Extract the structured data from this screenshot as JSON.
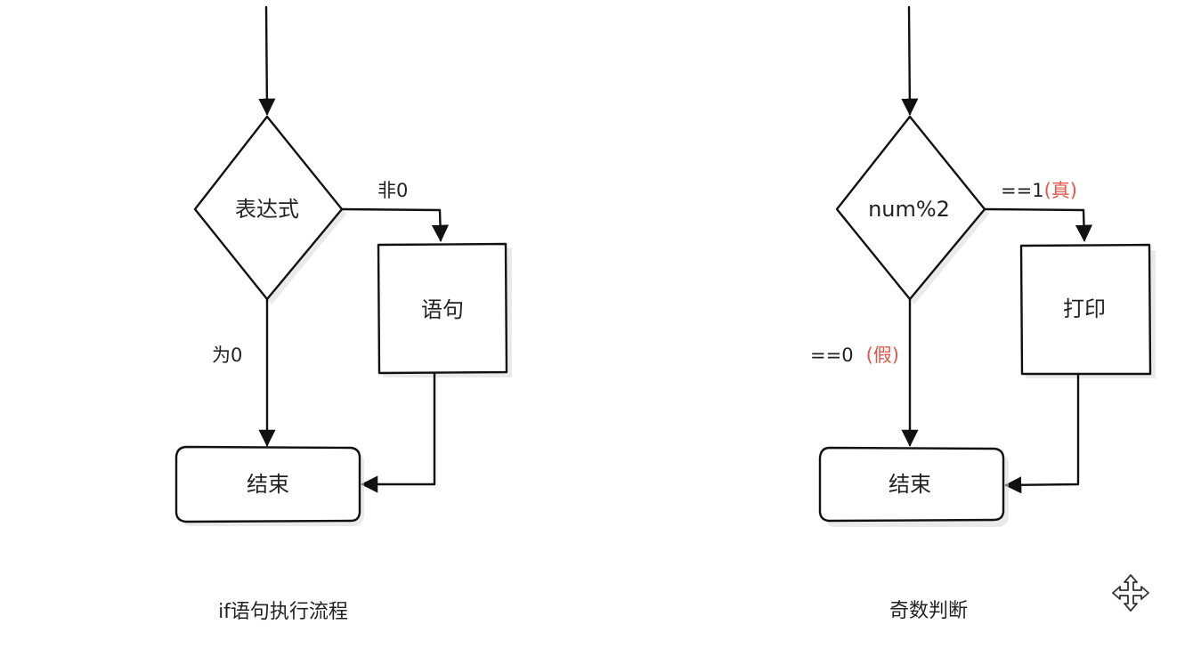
{
  "colors": {
    "stroke": "#111111",
    "text": "#222222",
    "accent_red": "#e2564b"
  },
  "left_flow": {
    "decision": "表达式",
    "statement": "语句",
    "end": "结束",
    "true_label": "非0",
    "false_label": "为0",
    "caption": "if语句执行流程"
  },
  "right_flow": {
    "decision": "num%2",
    "statement": "打印",
    "end": "结束",
    "true_label_prefix": "==1",
    "true_label_suffix": "(真)",
    "false_label_prefix": "==0",
    "false_label_suffix": "(假)",
    "caption": "奇数判断"
  },
  "icons": {
    "move": "move-arrows-icon"
  }
}
